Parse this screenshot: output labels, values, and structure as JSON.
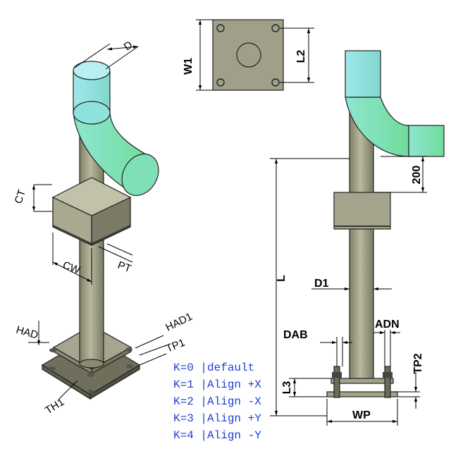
{
  "dimensions": {
    "d": "D",
    "w1": "W1",
    "l2": "L2",
    "ct": "CT",
    "cw": "CW",
    "pt": "PT",
    "had": "HAD",
    "had1": "HAD1",
    "tp1": "TP1",
    "th1": "TH1",
    "l": "L",
    "offset": "200",
    "d1": "D1",
    "dab": "DAB",
    "adn": "ADN",
    "tp2": "TP2",
    "l3": "L3",
    "wp": "WP"
  },
  "legend": [
    "K=0 |default",
    "K=1 |Align +X",
    "K=2 |Align -X",
    "K=3 |Align +Y",
    "K=4 |Align -Y"
  ],
  "colors": {
    "pipe_cyan": "#8fe0e0",
    "pipe_green": "#7ee0a8",
    "steel": "#a8a88c",
    "plate": "#9a9a86",
    "legend_text": "#1d3fd0"
  }
}
